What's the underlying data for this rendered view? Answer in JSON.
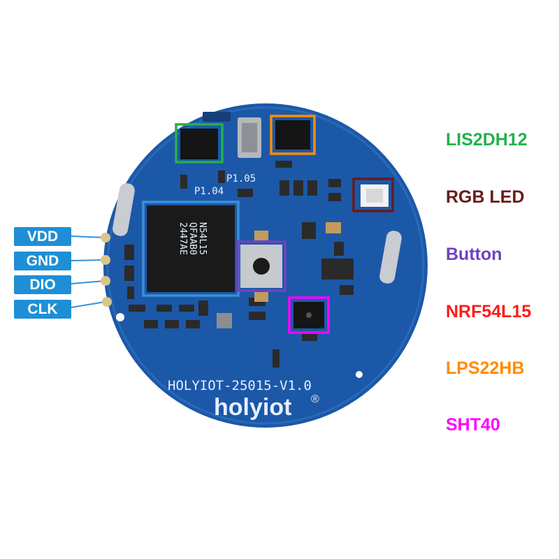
{
  "pins": [
    {
      "label": "VDD"
    },
    {
      "label": "GND"
    },
    {
      "label": "DIO"
    },
    {
      "label": "CLK"
    }
  ],
  "legend": [
    {
      "label": "LIS2DH12",
      "color": "#22b14c"
    },
    {
      "label": "RGB LED",
      "color": "#6b1a1a"
    },
    {
      "label": "Button",
      "color": "#6f42c1"
    },
    {
      "label": "NRF54L15",
      "color": "#ff1a1a"
    },
    {
      "label": "LPS22HB",
      "color": "#ff8c00"
    },
    {
      "label": "SHT40",
      "color": "#ff00ff"
    }
  ],
  "board": {
    "model_text": "HOLYIOT-25015-V1.0",
    "brand": "holyiot",
    "brand_mark": "®",
    "silk_p105": "P1.05",
    "silk_p104": "P1.04",
    "chip_marking_line1": "N54L15",
    "chip_marking_line2": "QFAAB0",
    "chip_marking_line3": "2447AE",
    "board_color": "#1c58a8"
  }
}
